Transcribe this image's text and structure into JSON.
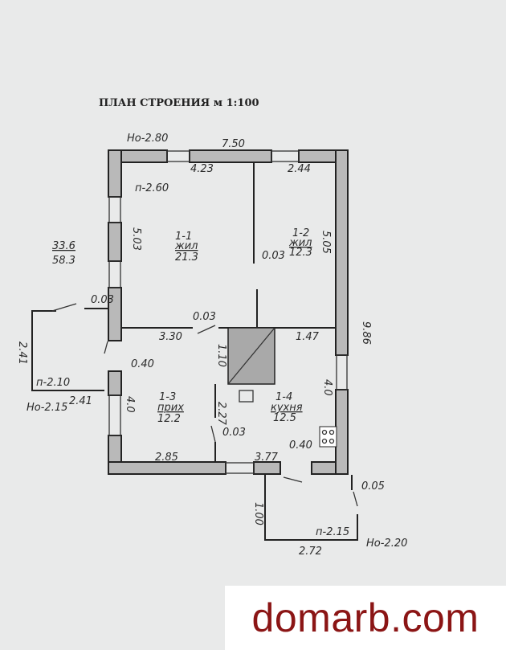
{
  "title": "ПЛАН СТРОЕНИЯ м 1:100",
  "labels": {
    "h_top": "Но-2.80",
    "len_top": "7.50",
    "w_423": "4.23",
    "w_244": "2.44",
    "h_room": "п-2.60",
    "left_503": "5.03",
    "right_505": "5.05",
    "area_total": "33.6",
    "area_total2": "58.3",
    "r11_num": "1-1",
    "r11_type": "жил",
    "r11_area": "21.3",
    "r12_num": "1-2",
    "r12_type": "жил",
    "r12_area": "12.3",
    "p003a": "0.03",
    "p003b": "0.03",
    "p003c": "0.03",
    "p003d": "0.03",
    "d330": "3.30",
    "d147": "1.47",
    "d110": "1.10",
    "d986": "9.86",
    "d040a": "0.40",
    "d040b": "0.40",
    "d40a": "4.0",
    "d40b": "4.0",
    "d241a": "2.41",
    "d241b": "2.41",
    "h210": "п-2.10",
    "h215a": "Но-2.15",
    "r13_num": "1-3",
    "r13_type": "приx",
    "r13_area": "12.2",
    "r14_num": "1-4",
    "r14_type": "кухня",
    "r14_area": "12.5",
    "d227": "2.27",
    "d285": "2.85",
    "d377": "3.77",
    "d005": "0.05",
    "d100": "1.00",
    "h215b": "п-2.15",
    "h220": "Но-2.20",
    "d272": "2.72"
  },
  "watermark": "domarb.com"
}
